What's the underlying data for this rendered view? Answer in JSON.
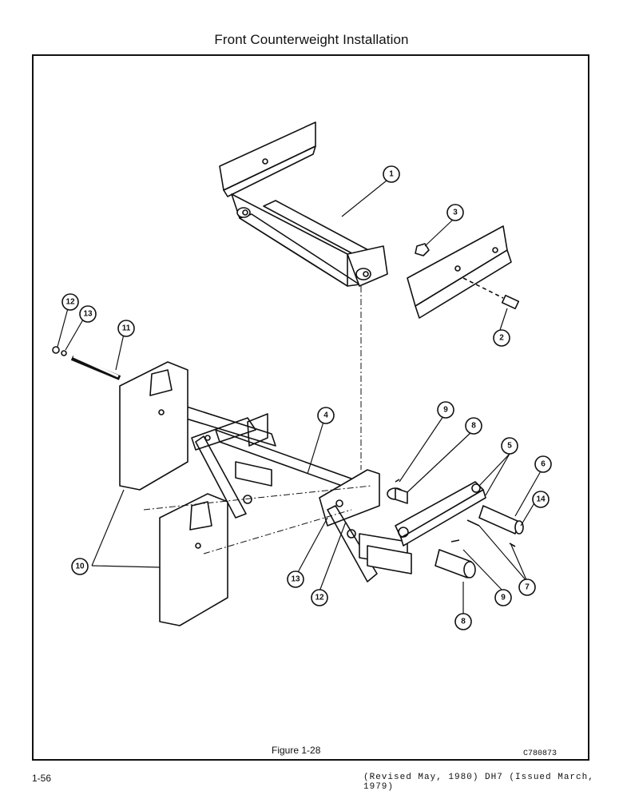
{
  "page": {
    "title": "Front Counterweight Installation",
    "figure_caption": "Figure 1-28",
    "drawing_id": "C780873",
    "page_number": "1-56",
    "footer_note": "(Revised May, 1980) DH7 (Issued March, 1979)"
  },
  "callouts": [
    "1",
    "2",
    "3",
    "4",
    "5",
    "6",
    "7",
    "8",
    "9",
    "10",
    "11",
    "12",
    "13",
    "14"
  ]
}
